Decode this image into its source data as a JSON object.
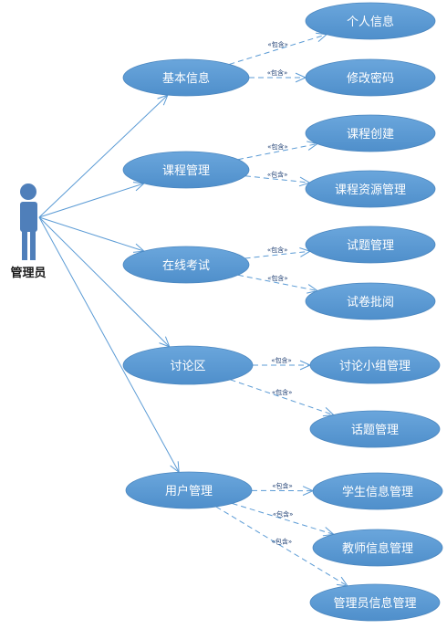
{
  "actor": {
    "label": "管理员"
  },
  "include_label": "«包含»",
  "colors": {
    "usecase_fill": "#5b9bd5",
    "line": "#5b9bd5",
    "actor": "#4f7fba"
  },
  "groups": [
    {
      "label": "基本信息",
      "children": [
        "个人信息",
        "修改密码"
      ]
    },
    {
      "label": "课程管理",
      "children": [
        "课程创建",
        "课程资源管理"
      ]
    },
    {
      "label": "在线考试",
      "children": [
        "试题管理",
        "试卷批阅"
      ]
    },
    {
      "label": "讨论区",
      "children": [
        "讨论小组管理",
        "话题管理"
      ]
    },
    {
      "label": "用户管理",
      "children": [
        "学生信息管理",
        "教师信息管理",
        "管理员信息管理"
      ]
    }
  ]
}
